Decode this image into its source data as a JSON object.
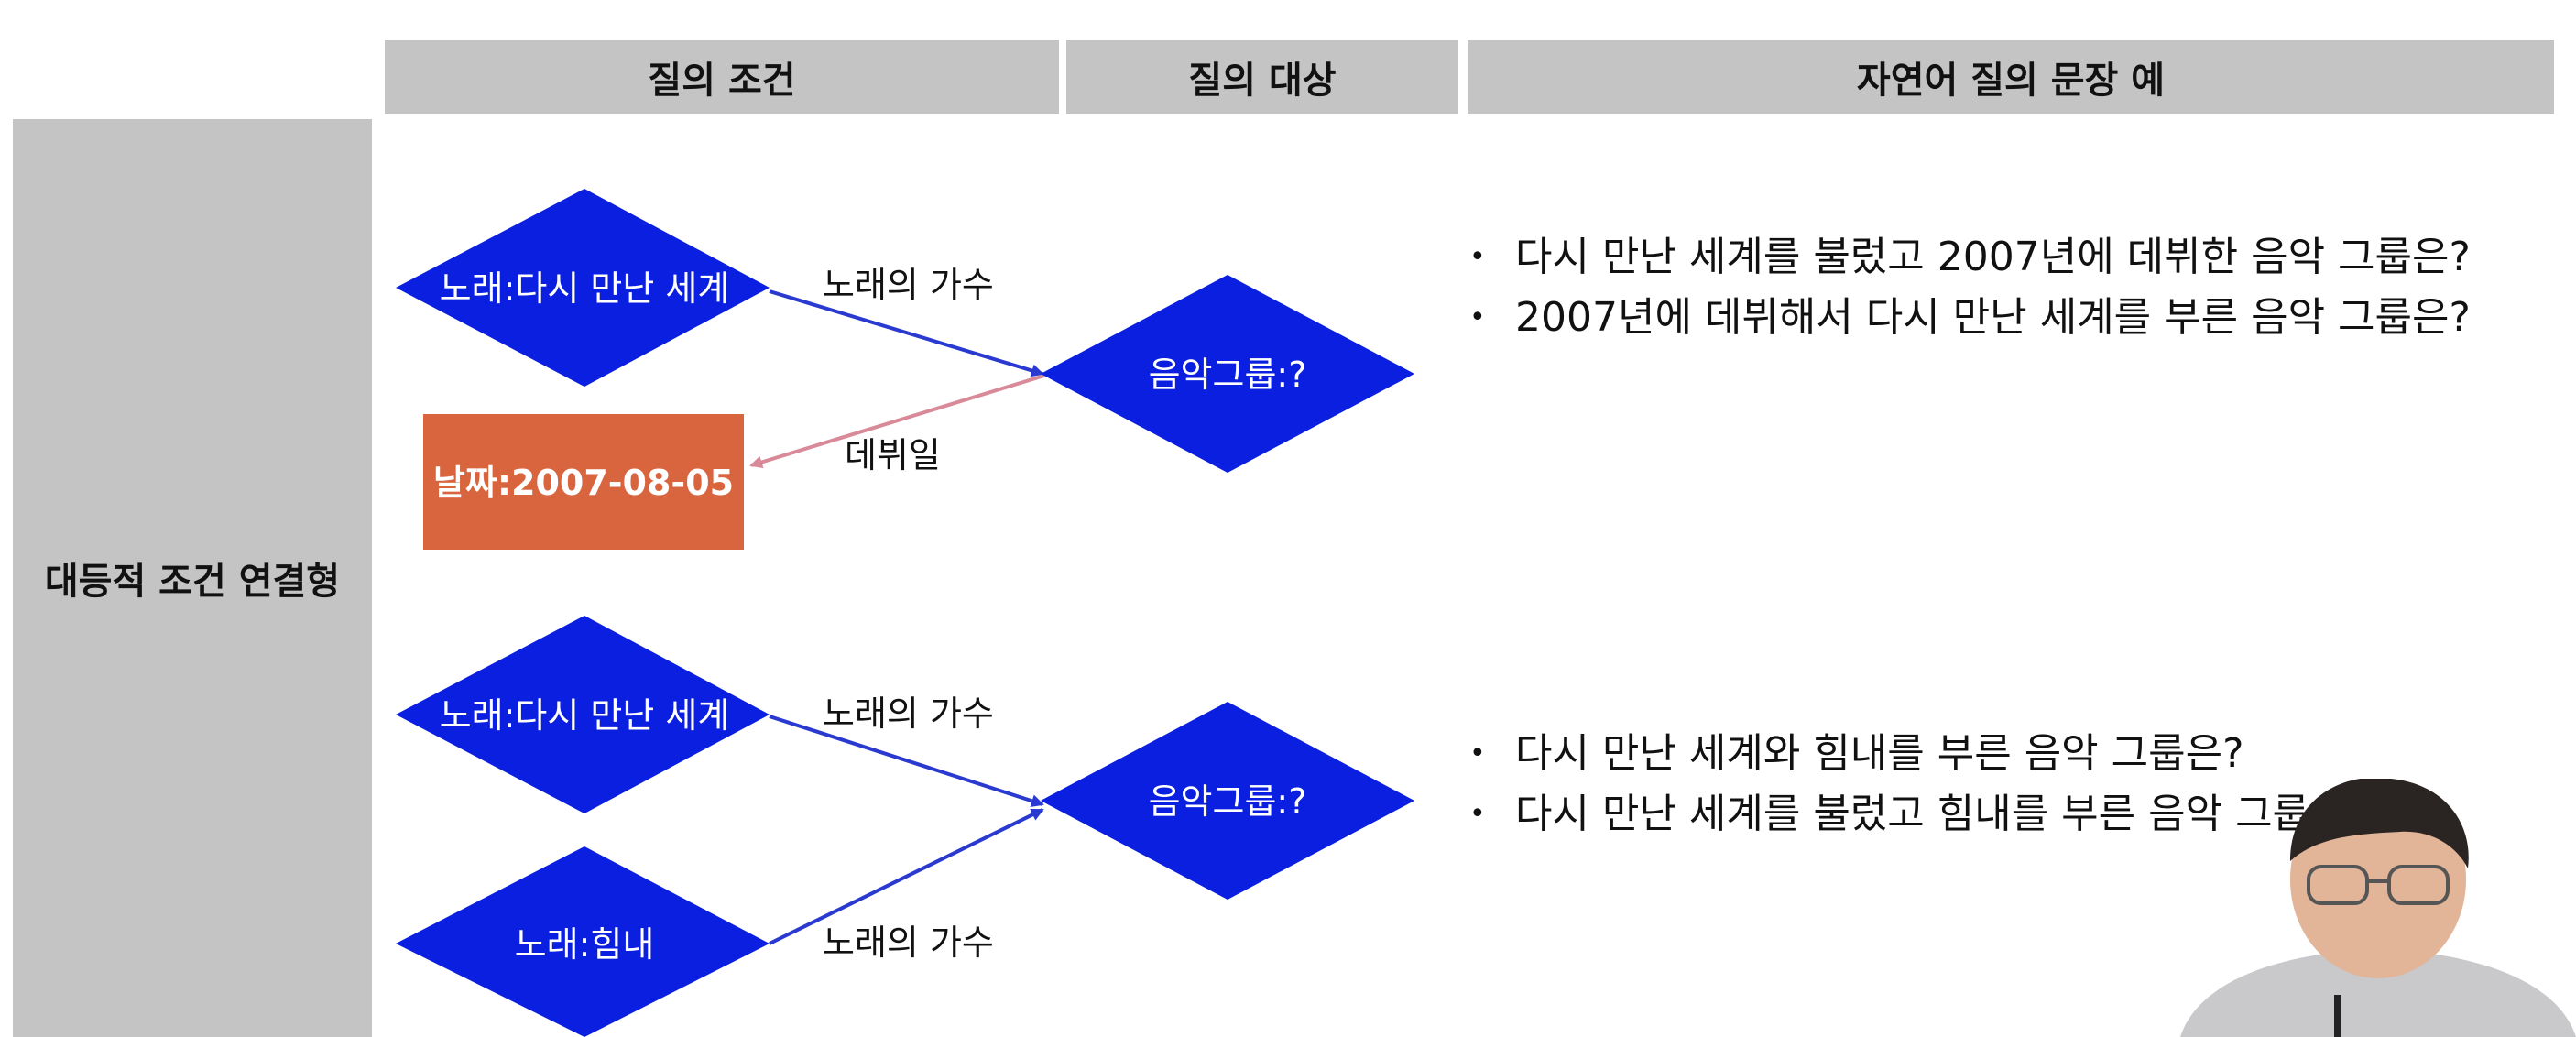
{
  "headers": {
    "condition": "질의 조건",
    "target": "질의 대상",
    "example": "자연어 질의 문장 예"
  },
  "row_label": "대등적 조건 연결형",
  "diagram1": {
    "song_node": "노래:다시 만난 세계",
    "group_node": "음악그룹:?",
    "date_node": "날짜:2007-08-05",
    "edge_singer": "노래의 가수",
    "edge_debut": "데뷔일"
  },
  "diagram2": {
    "song_node_1": "노래:다시 만난 세계",
    "song_node_2": "노래:힘내",
    "group_node": "음악그룹:?",
    "edge_singer_1": "노래의 가수",
    "edge_singer_2": "노래의 가수"
  },
  "examples_1": [
    "다시 만난 세계를 불렀고 2007년에 데뷔한 음악 그룹은?",
    "2007년에 데뷔해서 다시 만난 세계를 부른 음악 그룹은?"
  ],
  "examples_2": [
    "다시 만난 세계와 힘내를 부른 음악 그룹은?",
    "다시 만난 세계를 불렀고 힘내를 부른 음악 그룹"
  ],
  "colors": {
    "node_blue": "#0a1fe0",
    "date_box": "#d9653f",
    "edge_blue": "#2a3ad0",
    "edge_pink": "#d98a99",
    "header_gray": "#c4c4c4"
  }
}
